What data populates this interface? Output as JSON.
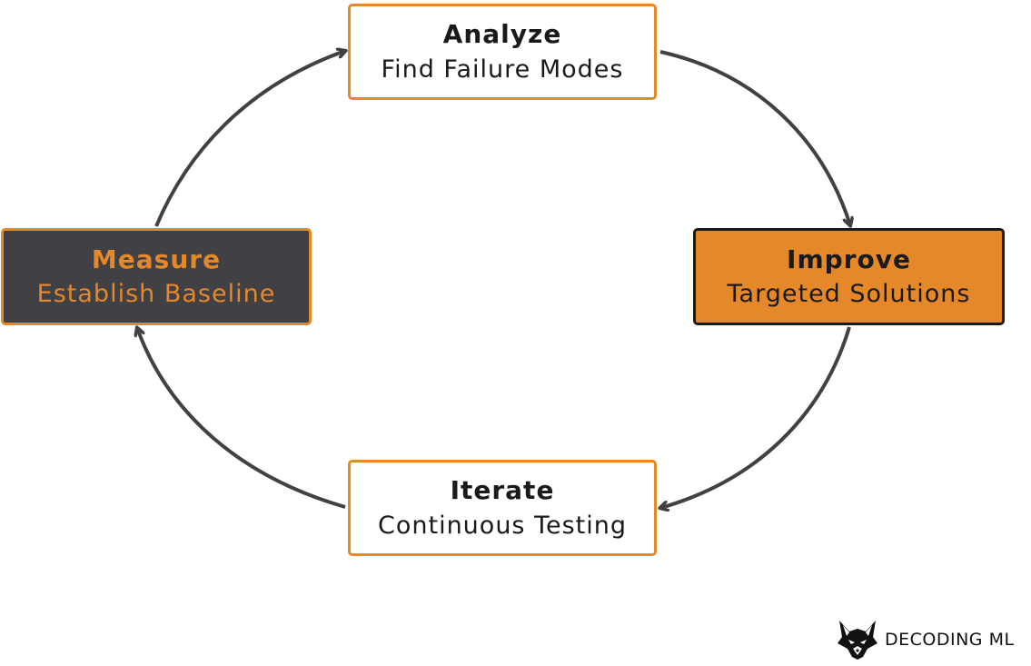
{
  "diagram": {
    "nodes": [
      {
        "id": "analyze",
        "title": "Analyze",
        "subtitle": "Find Failure Modes"
      },
      {
        "id": "improve",
        "title": "Improve",
        "subtitle": "Targeted Solutions"
      },
      {
        "id": "iterate",
        "title": "Iterate",
        "subtitle": "Continuous Testing"
      },
      {
        "id": "measure",
        "title": "Measure",
        "subtitle": "Establish Baseline"
      }
    ],
    "edges": [
      {
        "from": "measure",
        "to": "analyze"
      },
      {
        "from": "analyze",
        "to": "improve"
      },
      {
        "from": "improve",
        "to": "iterate"
      },
      {
        "from": "iterate",
        "to": "measure"
      }
    ],
    "colors": {
      "accent": "#e4882a",
      "dark_fill": "#414044",
      "arrow": "#414044",
      "text": "#1a1a1a"
    }
  },
  "branding": {
    "logo_icon": "fox-head-icon",
    "text": "DECODING ML"
  }
}
